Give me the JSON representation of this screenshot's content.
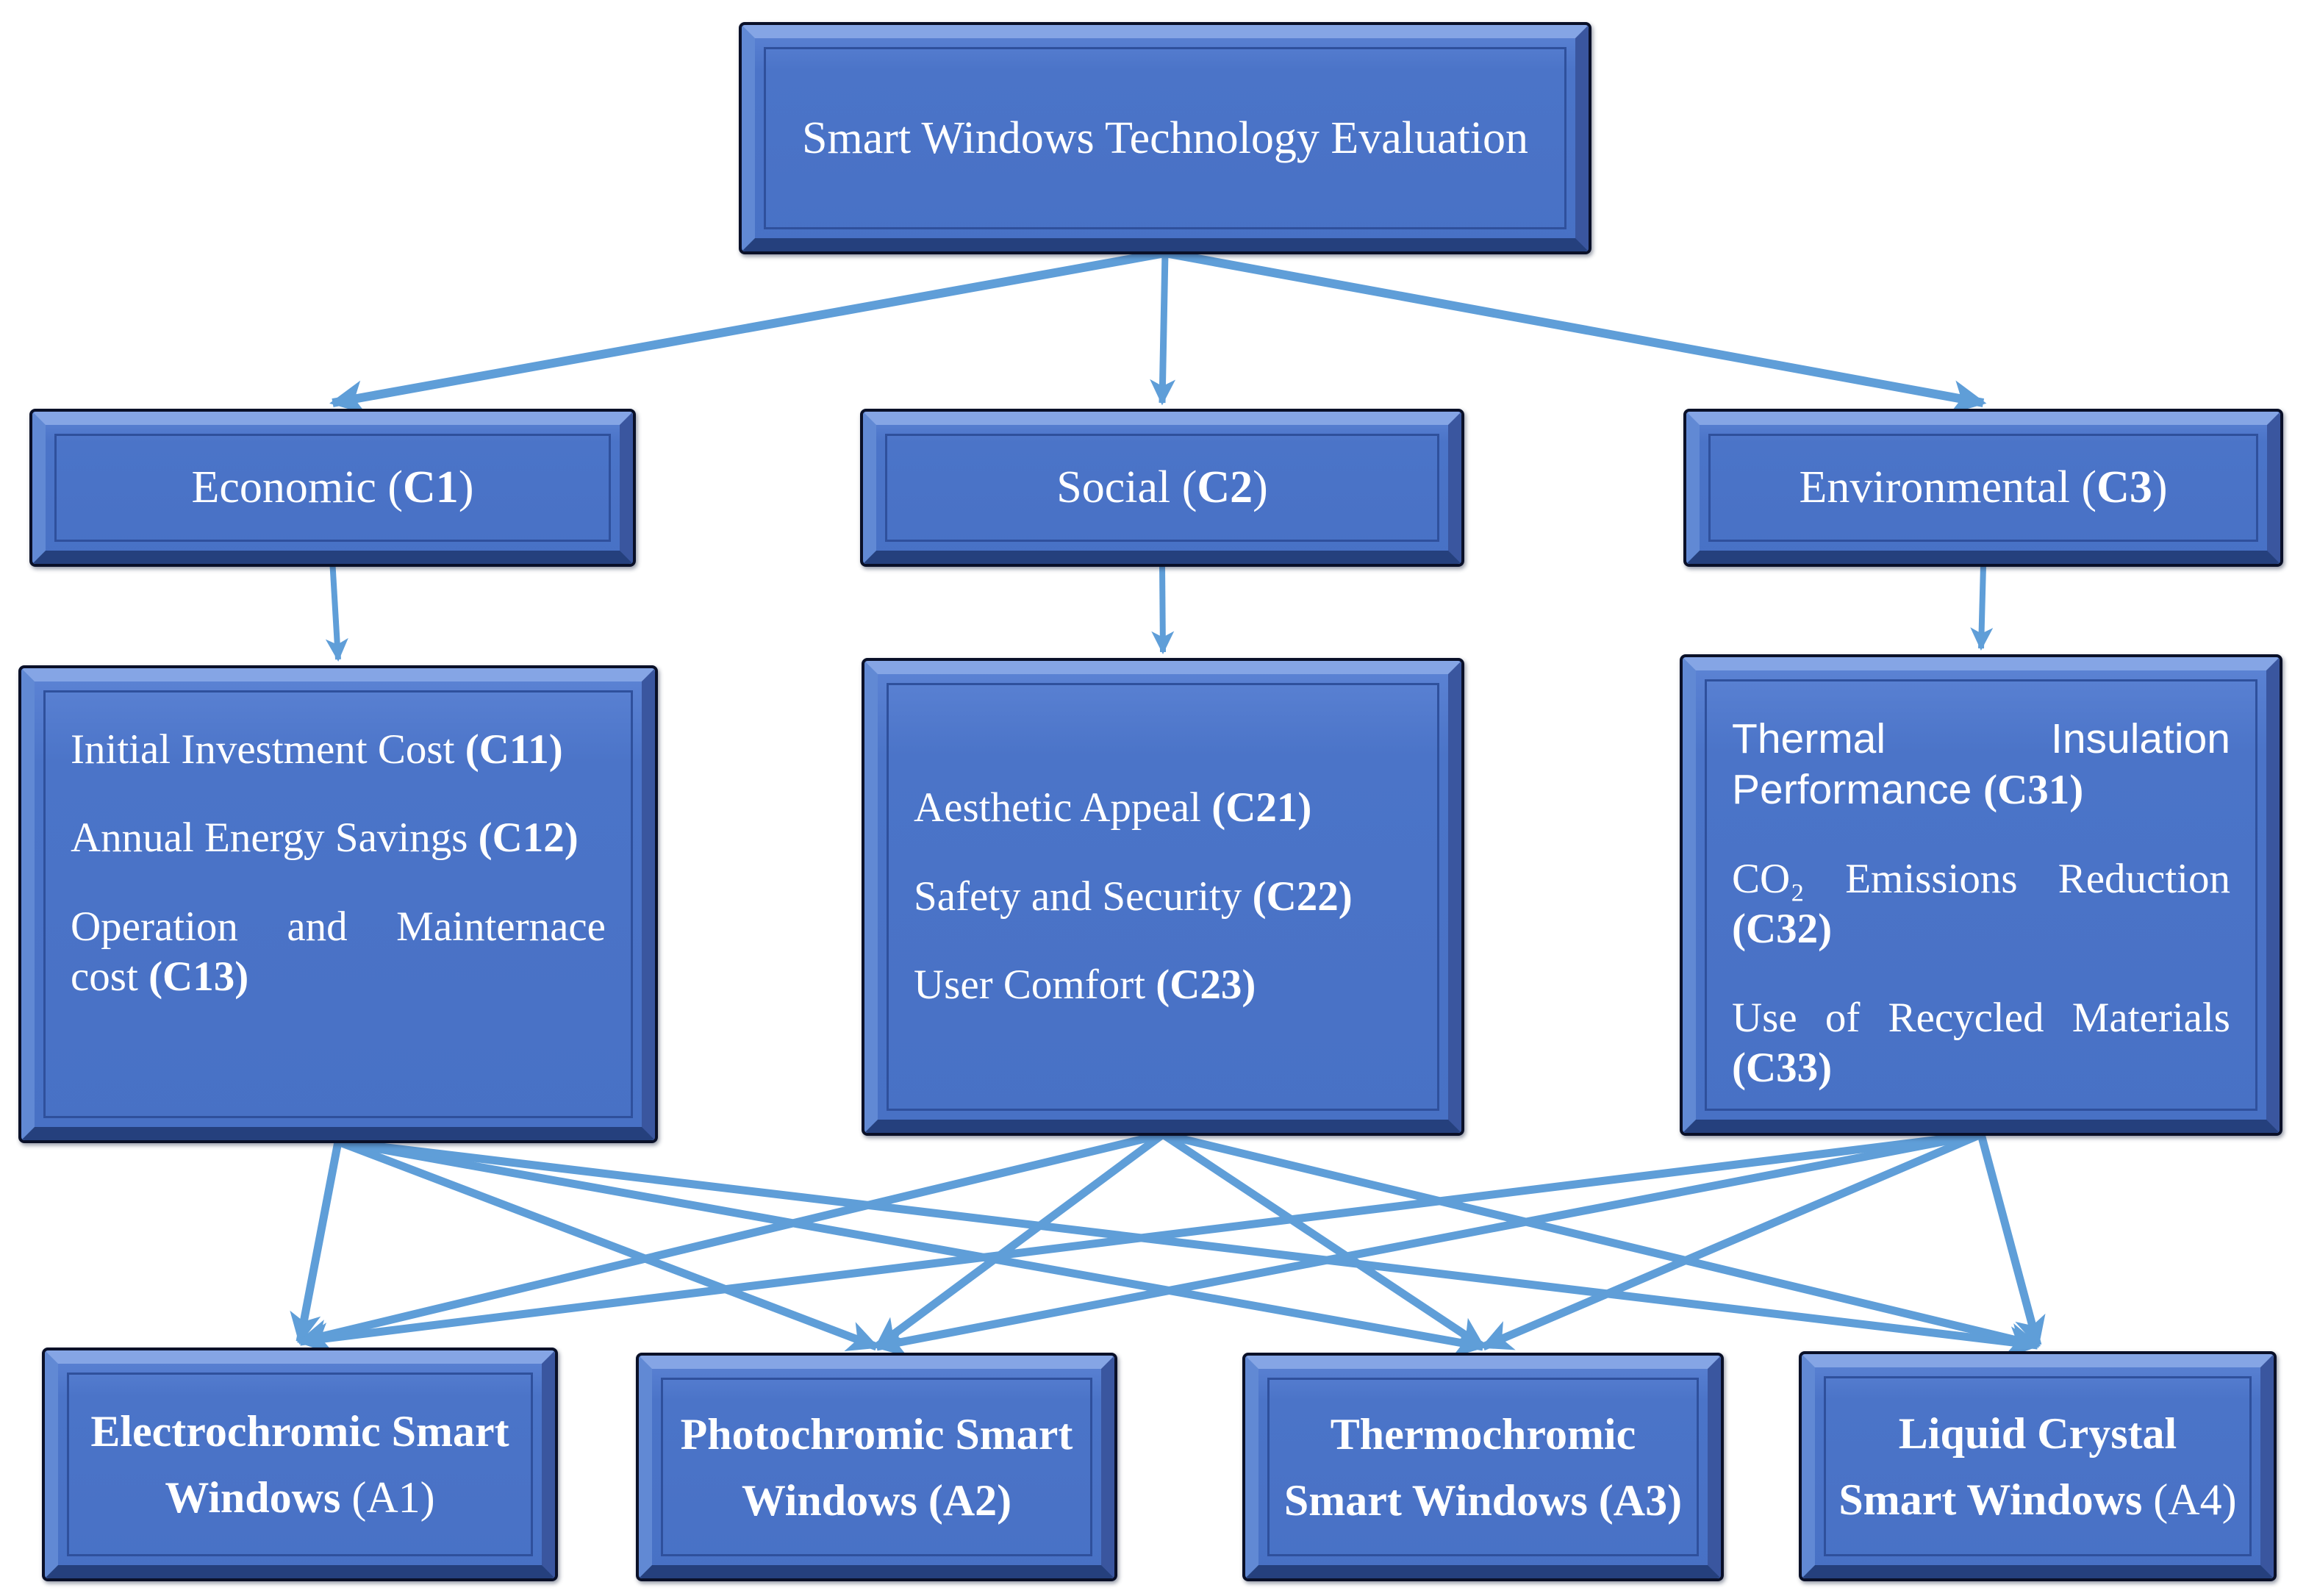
{
  "colors": {
    "arrow": "#5f9ed8",
    "box_face": "#4a73c7",
    "box_border": "#0a1028",
    "bevel_light": "#85a5e5",
    "bevel_dark": "#25407d",
    "inner_line": "#2f509c",
    "text": "#ffffff"
  },
  "diagram": {
    "goal": {
      "label": "Smart Windows Technology Evaluation"
    },
    "criteria": [
      {
        "id": "c1",
        "label": "Economic (**C1**)"
      },
      {
        "id": "c2",
        "label": "Social (**C2**)"
      },
      {
        "id": "c3",
        "label": "Environmental (**C3**)"
      }
    ],
    "subcriteria": [
      {
        "id": "c1sub",
        "items": [
          "Initial Investment Cost **(C11)**",
          "Annual Energy Savings **(C12)**",
          "Operation and Mainternace cost **(C13)**"
        ]
      },
      {
        "id": "c2sub",
        "items": [
          "Aesthetic Appeal **(C21)**",
          "Safety and Security **(C22)**",
          "User Comfort **(C23)**"
        ]
      },
      {
        "id": "c3sub",
        "items": [
          {
            "text": "Thermal Insulation Performance **(C31)**",
            "sans": true
          },
          "CO₂ Emissions Reduction **(C32)**",
          "Use of Recycled Materials **(C33)**"
        ]
      }
    ],
    "alternatives": [
      {
        "id": "a1",
        "label": "**Electrochromic Smart\nWindows** (A1)"
      },
      {
        "id": "a2",
        "label": "**Photochromic Smart\nWindows (A2)**"
      },
      {
        "id": "a3",
        "label": "**Thermochromic\nSmart Windows (A3)**"
      },
      {
        "id": "a4",
        "label": "**Liquid Crystal\nSmart Windows** (A4)"
      }
    ],
    "edges": [
      [
        "goal",
        "c1",
        12
      ],
      [
        "goal",
        "c2",
        9
      ],
      [
        "goal",
        "c3",
        12
      ],
      [
        "c1",
        "c1sub",
        8
      ],
      [
        "c2",
        "c2sub",
        8
      ],
      [
        "c3",
        "c3sub",
        8
      ],
      [
        "c1sub",
        "a1",
        11
      ],
      [
        "c1sub",
        "a2",
        11
      ],
      [
        "c1sub",
        "a3",
        11
      ],
      [
        "c1sub",
        "a4",
        11
      ],
      [
        "c2sub",
        "a1",
        11
      ],
      [
        "c2sub",
        "a2",
        11
      ],
      [
        "c2sub",
        "a3",
        11
      ],
      [
        "c2sub",
        "a4",
        11
      ],
      [
        "c3sub",
        "a1",
        11
      ],
      [
        "c3sub",
        "a2",
        11
      ],
      [
        "c3sub",
        "a3",
        11
      ],
      [
        "c3sub",
        "a4",
        11
      ]
    ]
  }
}
